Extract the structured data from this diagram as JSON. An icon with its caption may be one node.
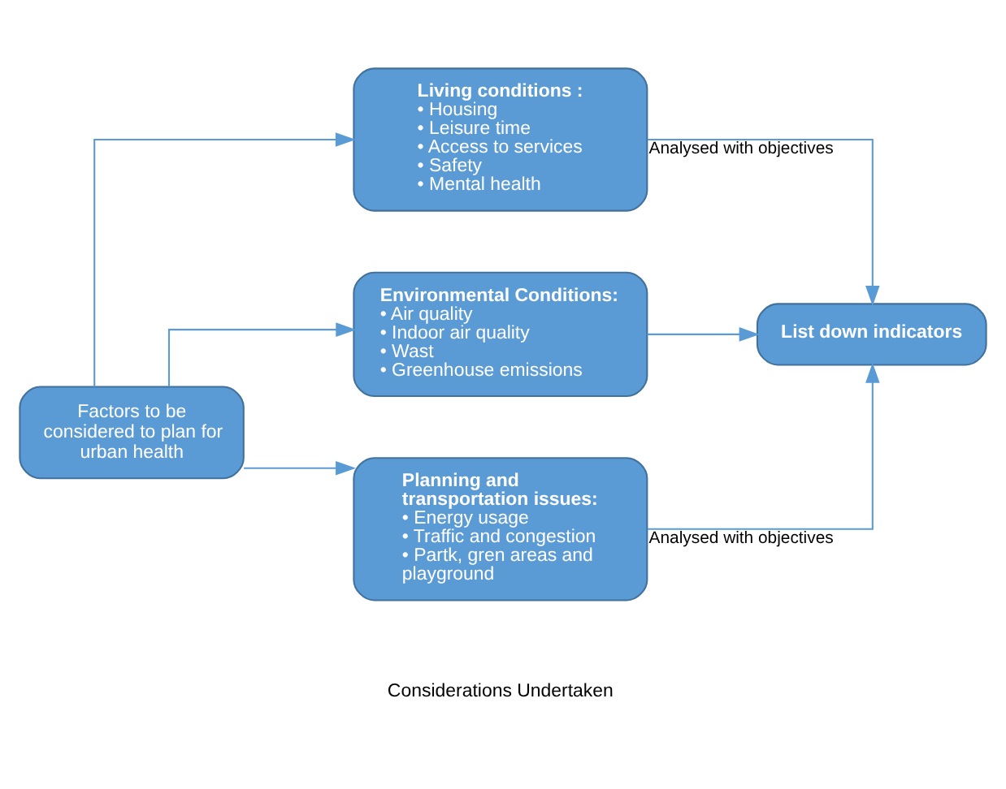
{
  "diagram": {
    "nodes": [
      {
        "text": [
          "Factors to be considered to plan for urban health"
        ]
      },
      {
        "text": [
          "Living conditions :",
          "• Housing",
          "• Leisure time",
          "• Access to services",
          "• Safety",
          "• Mental health"
        ]
      },
      {
        "text": [
          "Environmental Conditions:",
          "• Air quality",
          "• Indoor air quality",
          "• Wast",
          "• Greenhouse emissions"
        ]
      },
      {
        "text": [
          "Planning and transportation issues:",
          "• Energy usage",
          "• Traffic and congestion",
          "• Partk, gren areas and playground"
        ]
      },
      {
        "text": [
          "List down indicators"
        ]
      }
    ],
    "edges": [
      {
        "from": 0,
        "to": 1,
        "arrow": "to"
      },
      {
        "from": 0,
        "to": 2,
        "arrow": "to"
      },
      {
        "from": 0,
        "to": 3,
        "arrow": "to"
      },
      {
        "from": 1,
        "to": 4,
        "arrow": "to",
        "label": "Analysed with objectives"
      },
      {
        "from": 2,
        "to": 4,
        "arrow": "to"
      },
      {
        "from": 3,
        "to": 4,
        "arrow": "to",
        "label": "Analysed with objectives"
      }
    ],
    "labels": [
      "Considerations Undertaken"
    ]
  }
}
